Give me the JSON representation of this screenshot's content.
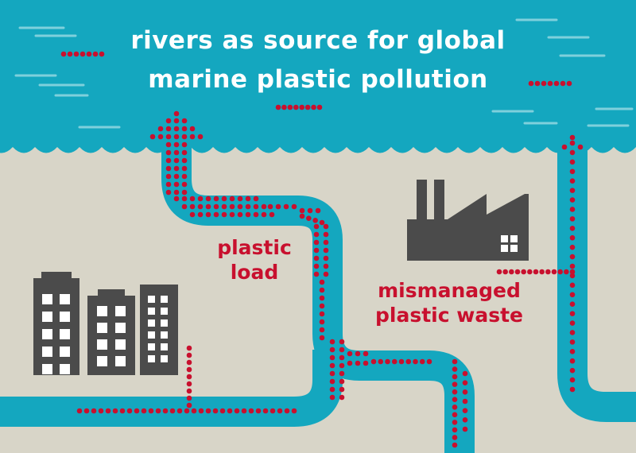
{
  "title": {
    "line1": "rivers as source for global",
    "line2": "marine plastic pollution"
  },
  "labels": {
    "plastic_load_1": "plastic",
    "plastic_load_2": "load",
    "waste_1": "mismanaged",
    "waste_2": "plastic waste"
  },
  "colors": {
    "sea": "#14a7bf",
    "land": "#d8d5c8",
    "plastic": "#c8102e",
    "buildings": "#4b4b4b",
    "foam": "#7fd0dc"
  }
}
